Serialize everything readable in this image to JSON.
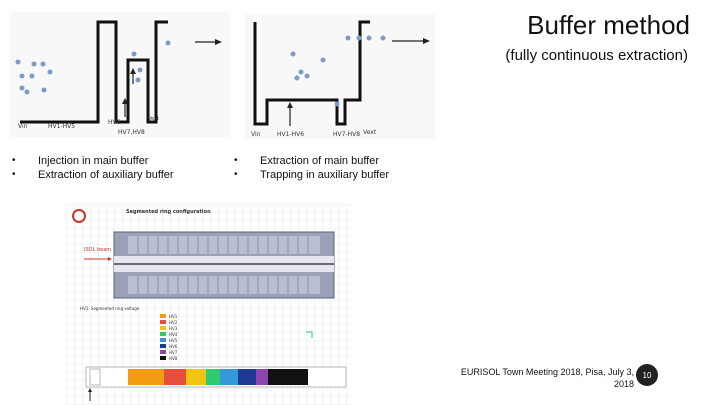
{
  "slide": {
    "title": "Buffer method",
    "subtitle": "(fully continuous extraction)",
    "left_bullets": [
      "Injection in main buffer",
      "Extraction of auxiliary buffer"
    ],
    "right_bullets": [
      "Extraction of main buffer",
      "Trapping in auxiliary buffer"
    ],
    "footer_line1": "EURISOL Town Meeting 2018, Pisa, July 3,",
    "footer_line2": "2018",
    "page_number": "10"
  },
  "diagram_left": {
    "labels": {
      "vin": "Vin",
      "hv_1_5": "HV1-HV5",
      "hv6": "HV6",
      "vext": "Vext",
      "hv_7_8": "HV7,HV8"
    }
  },
  "diagram_right": {
    "labels": {
      "vin": "Vin",
      "hv_1_6": "HV1-HV6",
      "hv_7_8": "HV7-HV8",
      "vext": "Vext"
    }
  },
  "figure": {
    "header": "Segmented ring configuration",
    "beam_label": "ISOL beam",
    "legend_title": "HV1: Segmented ring voltage",
    "legend_items": [
      "HV1",
      "HV2",
      "HV3",
      "HV4",
      "HV5",
      "HV6",
      "HV7",
      "HV8"
    ],
    "legend_colors": [
      "#f39c12",
      "#e74c3c",
      "#f1c40f",
      "#2ecc71",
      "#3498db",
      "#1f3a93",
      "#8e44ad",
      "#111111"
    ]
  }
}
